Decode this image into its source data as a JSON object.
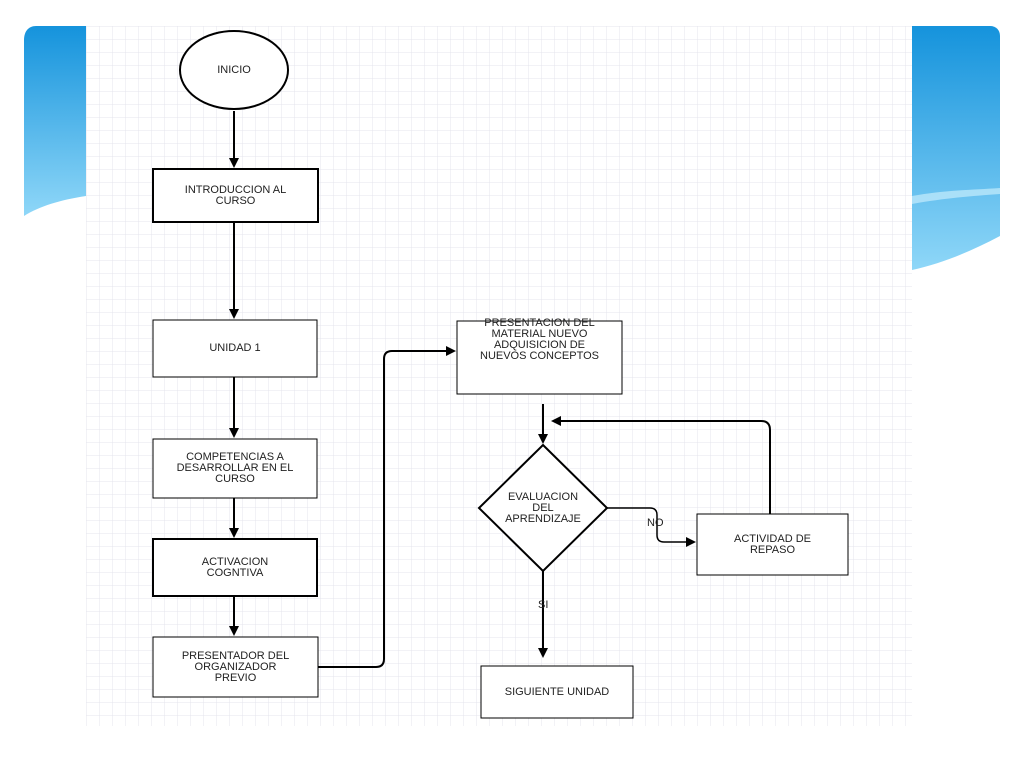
{
  "colors": {
    "grid_line": "#e6e6ec",
    "wave_light": "#8ed6f8",
    "wave_dark": "#2fa4e6",
    "stroke": "#000000",
    "text": "#222222"
  },
  "nodes": {
    "inicio": "INICIO",
    "introduccion": "INTRODUCCION AL\nCURSO",
    "unidad1": "UNIDAD 1",
    "competencias": "COMPETENCIAS A\nDESARROLLAR EN EL\nCURSO",
    "activacion": "ACTIVACION\nCOGNTIVA",
    "presentador": "PRESENTADOR DEL\nORGANIZADOR\nPREVIO",
    "presentacion": "PRESENTACION DEL\nMATERIAL NUEVO\nADQUISICION DE\nNUEVOS CONCEPTOS",
    "evaluacion": "EVALUACION\nDEL\nAPRENDIZAJE",
    "actividad": "ACTIVIDAD DE\nREPASO",
    "siguiente": "SIGUIENTE UNIDAD"
  },
  "edges": {
    "no_label": "NO",
    "si_label": "SI"
  }
}
